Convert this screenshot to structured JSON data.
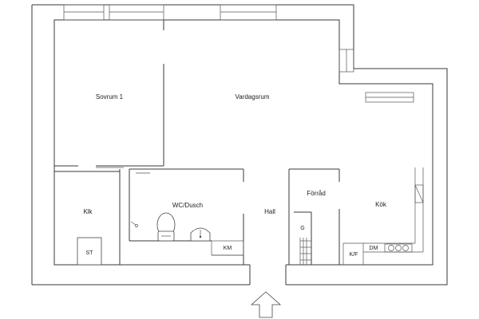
{
  "rooms": {
    "sovrum": "Sovrum 1",
    "vardagsrum": "Vardagsrum",
    "klk": "Klk",
    "wc": "WC/Dusch",
    "hall": "Hall",
    "forrad": "Förråd",
    "kok": "Kök"
  },
  "fixtures": {
    "st": "ST",
    "km": "KM",
    "g": "G",
    "kf": "K/F",
    "dm": "DM"
  },
  "icons": {
    "entrance": "entrance-arrow-icon",
    "toilet": "toilet-icon",
    "sink": "sink-icon",
    "shower": "shower-head-icon",
    "stove": "stove-icon"
  }
}
